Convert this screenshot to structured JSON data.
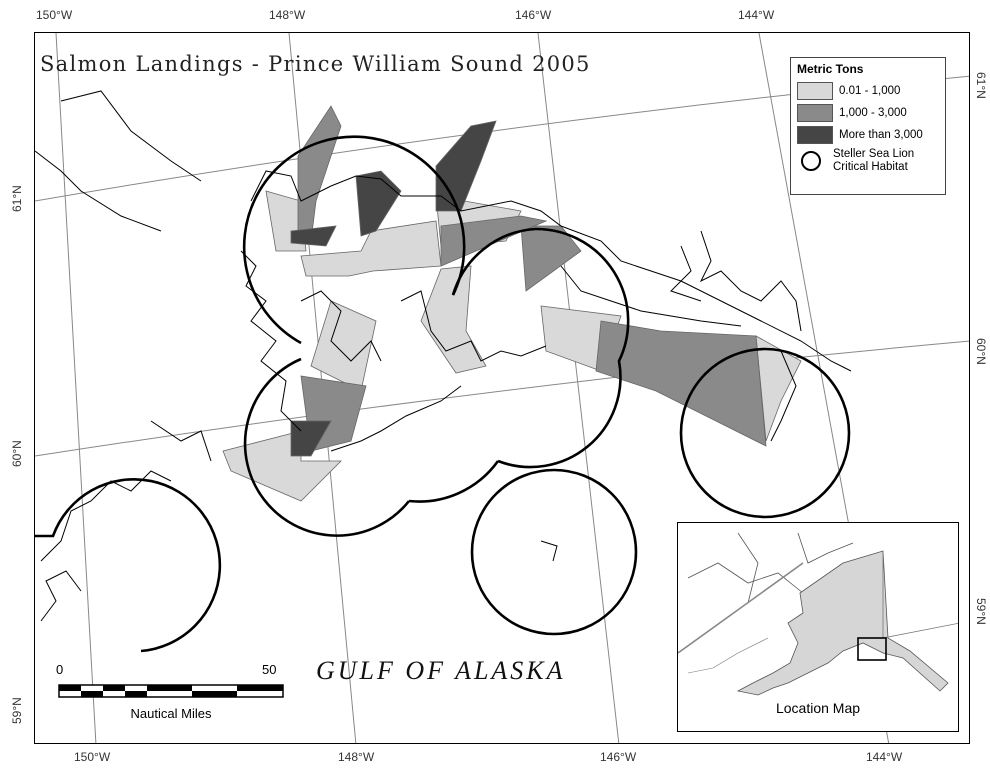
{
  "map": {
    "title": "Salmon Landings - Prince William Sound 2005",
    "water_label": "GULF OF ALASKA",
    "colors": {
      "low": "#d9d9d9",
      "mid": "#8a8a8a",
      "high": "#454545",
      "coast": "#000000",
      "habitat_circle": "#000000",
      "graticule": "#777777",
      "inset_land": "#d6d6d6"
    }
  },
  "graticule": {
    "top_longitudes": [
      "150°W",
      "148°W",
      "146°W",
      "144°W"
    ],
    "bottom_longitudes": [
      "150°W",
      "148°W",
      "146°W",
      "144°W"
    ],
    "left_latitudes": [
      "61°N",
      "60°N",
      "59°N"
    ],
    "right_latitudes": [
      "61°N",
      "60°N",
      "59°N"
    ]
  },
  "legend": {
    "title": "Metric Tons",
    "classes": [
      {
        "label": "0.01 - 1,000",
        "color": "#d9d9d9"
      },
      {
        "label": "1,000 - 3,000",
        "color": "#8a8a8a"
      },
      {
        "label": "More than 3,000",
        "color": "#454545"
      }
    ],
    "habitat_label_line1": "Steller Sea Lion",
    "habitat_label_line2": "Critical Habitat"
  },
  "scale": {
    "start": "0",
    "end": "50",
    "units": "Nautical Miles"
  },
  "inset": {
    "title": "Location Map"
  }
}
